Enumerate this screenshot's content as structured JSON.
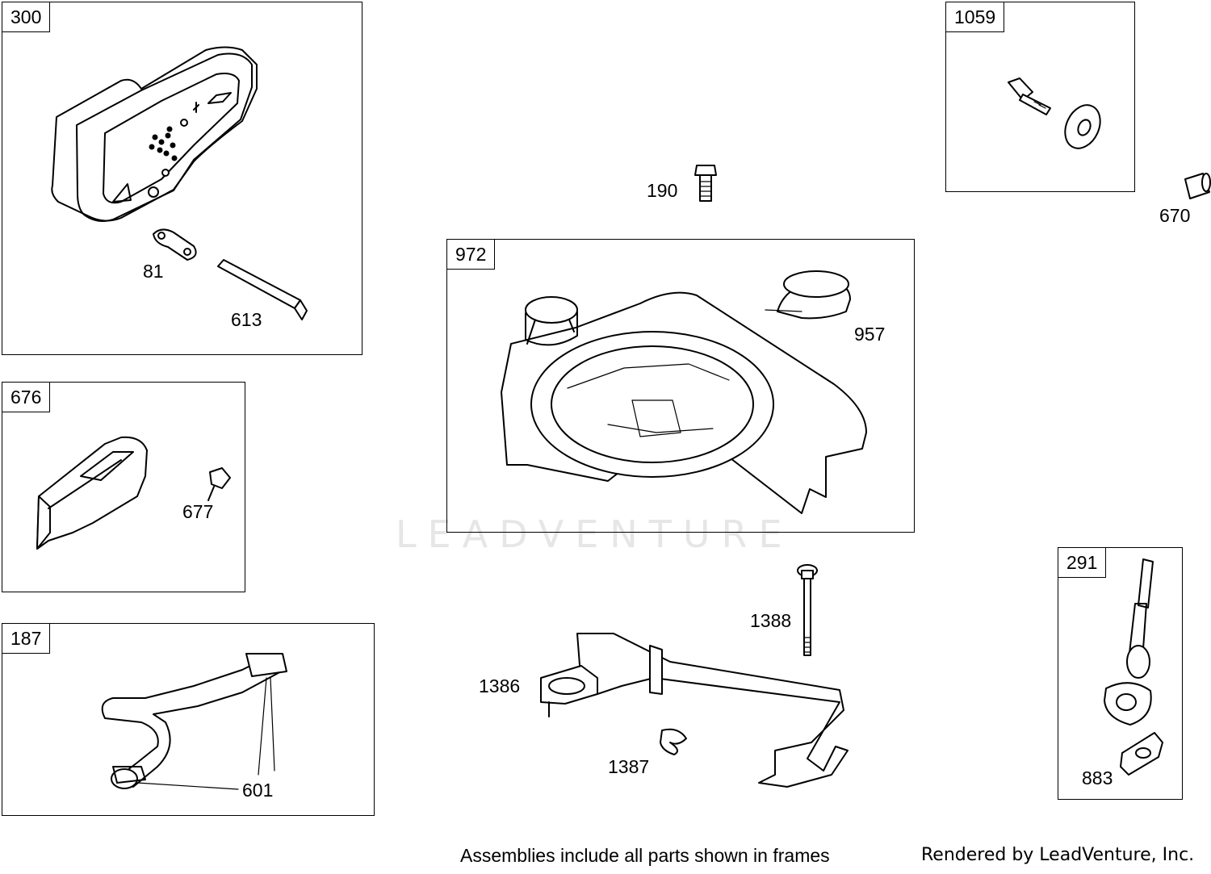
{
  "watermark": "LEADVENTURE",
  "footer": {
    "note": "Assemblies include all parts shown in frames",
    "credit": "Rendered by LeadVenture, Inc."
  },
  "frames": {
    "f300": "300",
    "f676": "676",
    "f187": "187",
    "f972": "972",
    "f1059": "1059",
    "f291": "291"
  },
  "parts": {
    "p81": "81",
    "p613": "613",
    "p677": "677",
    "p601": "601",
    "p190": "190",
    "p957": "957",
    "p670": "670",
    "p1388": "1388",
    "p1386": "1386",
    "p1387": "1387",
    "p883": "883"
  }
}
